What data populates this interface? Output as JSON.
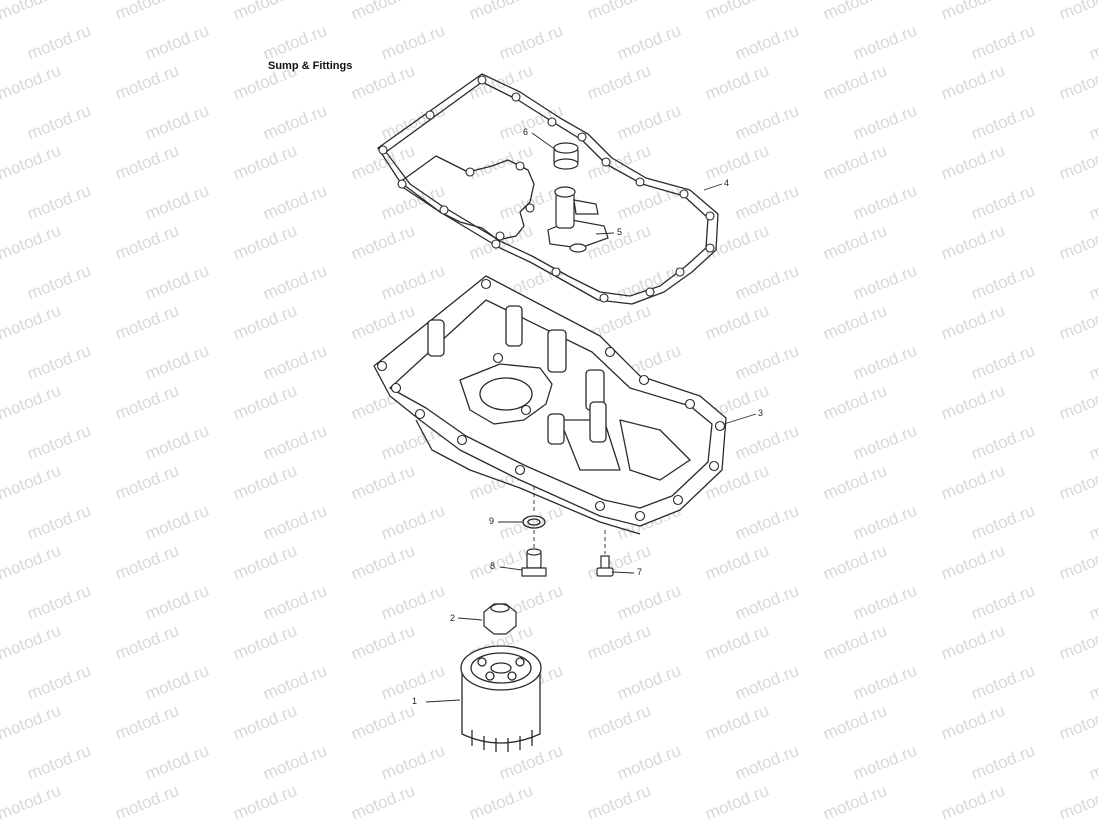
{
  "diagram": {
    "title": "Sump & Fittings",
    "watermark_text": "motod.ru",
    "callouts": [
      {
        "id": "1",
        "label": "1",
        "part": "oil-filter"
      },
      {
        "id": "2",
        "label": "2",
        "part": "filter-adapter"
      },
      {
        "id": "3",
        "label": "3",
        "part": "sump"
      },
      {
        "id": "4",
        "label": "4",
        "part": "sump-gasket"
      },
      {
        "id": "5",
        "label": "5",
        "part": "oil-pickup"
      },
      {
        "id": "6",
        "label": "6",
        "part": "plug"
      },
      {
        "id": "7",
        "label": "7",
        "part": "bolt"
      },
      {
        "id": "8",
        "label": "8",
        "part": "drain-plug"
      },
      {
        "id": "9",
        "label": "9",
        "part": "sealing-washer"
      }
    ],
    "colors": {
      "line": "#2a2a2a",
      "watermark": "#d8d8d8",
      "background": "#ffffff"
    }
  }
}
